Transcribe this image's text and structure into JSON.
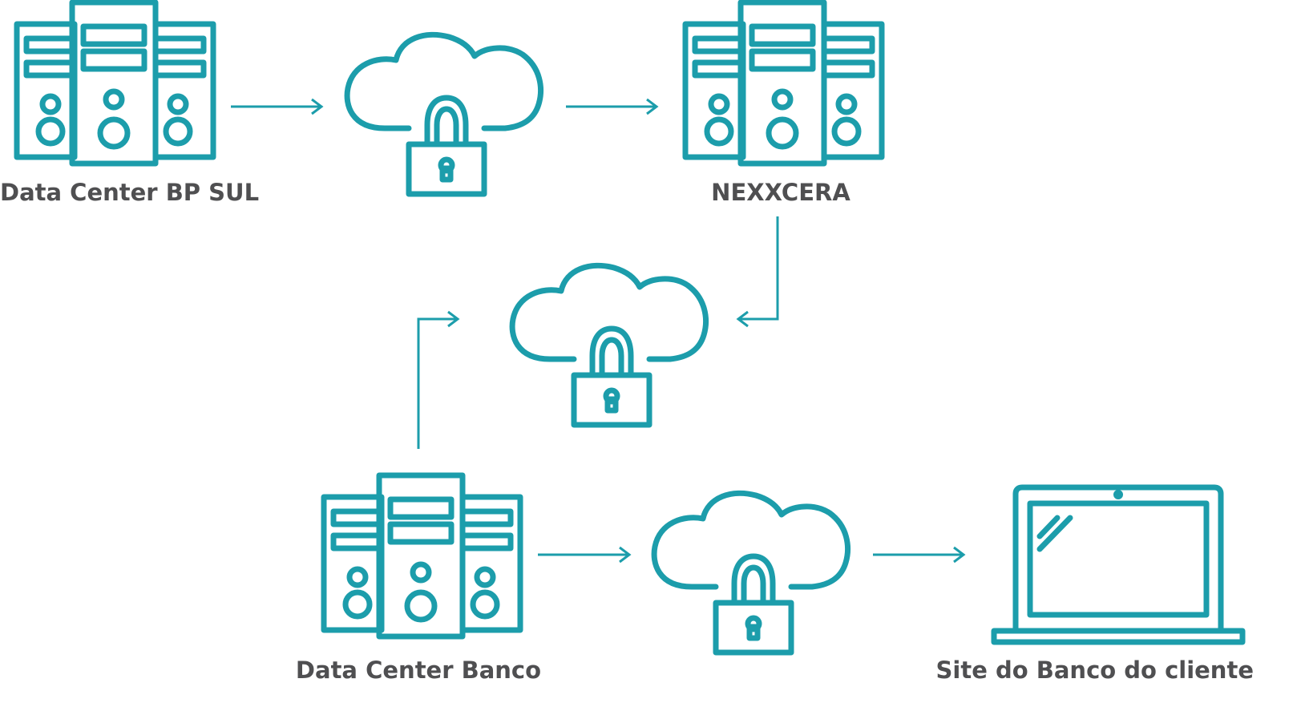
{
  "diagram": {
    "accent_color": "#1c9dab",
    "label_color": "#4f4f51",
    "nodes": {
      "dc_bp_sul": {
        "label": "Data Center BP SUL",
        "icon": "server-rack-icon"
      },
      "nexxcera": {
        "label": "NEXXCERA",
        "icon": "server-rack-icon"
      },
      "dc_banco": {
        "label": "Data Center Banco",
        "icon": "server-rack-icon"
      },
      "site_cliente": {
        "label": "Site do Banco do cliente",
        "icon": "laptop-icon"
      },
      "cloud_top": {
        "icon": "secure-cloud-icon"
      },
      "cloud_middle": {
        "icon": "secure-cloud-icon"
      },
      "cloud_bottom": {
        "icon": "secure-cloud-icon"
      }
    },
    "edges": [
      {
        "from": "dc_bp_sul",
        "to": "cloud_top"
      },
      {
        "from": "cloud_top",
        "to": "nexxcera"
      },
      {
        "from": "nexxcera",
        "to": "cloud_middle"
      },
      {
        "from": "dc_banco",
        "to": "cloud_middle"
      },
      {
        "from": "dc_banco",
        "to": "cloud_bottom"
      },
      {
        "from": "cloud_bottom",
        "to": "site_cliente"
      }
    ]
  }
}
